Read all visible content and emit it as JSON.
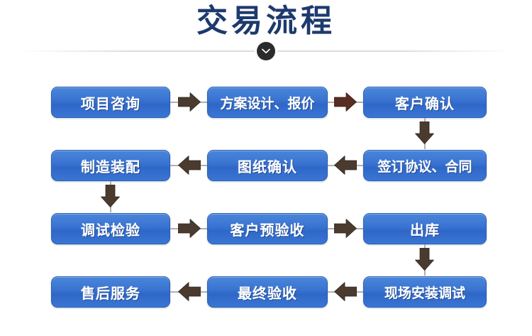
{
  "header": {
    "title": "交易流程",
    "chevron_icon": "chevron-down-icon"
  },
  "colors": {
    "title_navy": "#1d3a6e",
    "node_blue": "#3a74d1",
    "node_border": "#2a5fb4",
    "node_text": "#ffffff",
    "arrow_dark_brown": "#4a3b2e",
    "arrow_maroon": "#5a2d22",
    "connector_gray": "#b0b0b0",
    "badge_dark": "#2b2b2b",
    "divider_gray": "#dddde0",
    "background": "#ffffff"
  },
  "flow": {
    "rows": [
      {
        "direction": "left-to-right",
        "nodes": [
          {
            "id": "n1",
            "label": "项目咨询"
          },
          {
            "id": "n2",
            "label": "方案设计、报价"
          },
          {
            "id": "n3",
            "label": "客户确认"
          }
        ]
      },
      {
        "direction": "right-to-left",
        "nodes": [
          {
            "id": "n4",
            "label": "制造装配"
          },
          {
            "id": "n5",
            "label": "图纸确认"
          },
          {
            "id": "n6",
            "label": "签订协议、合同"
          }
        ]
      },
      {
        "direction": "left-to-right",
        "nodes": [
          {
            "id": "n7",
            "label": "调试检验"
          },
          {
            "id": "n8",
            "label": "客户预验收"
          },
          {
            "id": "n9",
            "label": "出库"
          }
        ]
      },
      {
        "direction": "right-to-left",
        "nodes": [
          {
            "id": "n10",
            "label": "售后服务"
          },
          {
            "id": "n11",
            "label": "最终验收"
          },
          {
            "id": "n12",
            "label": "现场安装调试"
          }
        ]
      }
    ],
    "connectors": [
      {
        "id": "c1",
        "from": "n1",
        "to": "n2",
        "type": "arrow-right-icon"
      },
      {
        "id": "c2",
        "from": "n2",
        "to": "n3",
        "type": "arrow-right-icon"
      },
      {
        "id": "c3",
        "from": "n3",
        "to": "n6",
        "type": "arrow-down-icon"
      },
      {
        "id": "c4",
        "from": "n6",
        "to": "n5",
        "type": "arrow-left-icon"
      },
      {
        "id": "c5",
        "from": "n5",
        "to": "n4",
        "type": "arrow-left-icon"
      },
      {
        "id": "c6",
        "from": "n4",
        "to": "n7",
        "type": "arrow-down-icon"
      },
      {
        "id": "c7",
        "from": "n7",
        "to": "n8",
        "type": "arrow-right-icon"
      },
      {
        "id": "c8",
        "from": "n8",
        "to": "n9",
        "type": "arrow-right-icon"
      },
      {
        "id": "c9",
        "from": "n9",
        "to": "n12",
        "type": "arrow-down-icon"
      },
      {
        "id": "c10",
        "from": "n12",
        "to": "n11",
        "type": "arrow-left-icon"
      },
      {
        "id": "c11",
        "from": "n11",
        "to": "n10",
        "type": "arrow-left-icon"
      }
    ]
  }
}
